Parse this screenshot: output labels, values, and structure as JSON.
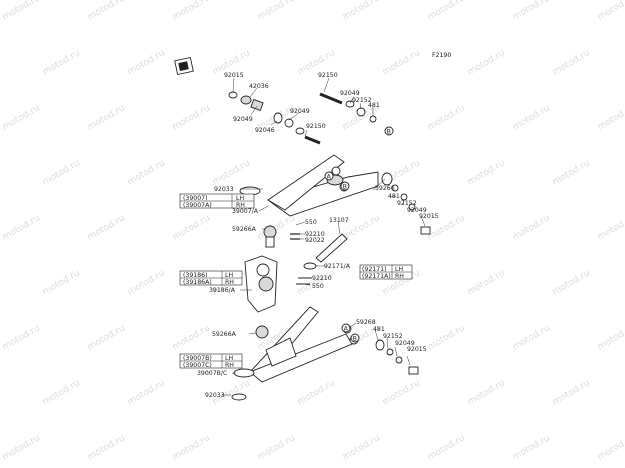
{
  "figure_code": "F2190",
  "watermark": "motod.ru",
  "callouts": {
    "c92015_top": "92015",
    "c42036": "42036",
    "c92150_top": "92150",
    "c92049_a": "92049",
    "c92049_b": "92049",
    "c92152_top": "92152",
    "c481_top": "481",
    "c92049_c": "92049",
    "c92046": "92046",
    "c92150_mid": "92150",
    "c92033_top": "92033",
    "c59266_top": "59266",
    "c481_mid": "481",
    "c92152_mid": "92152",
    "c92049_mid": "92049",
    "c92015_mid": "92015",
    "c39007A": "39007/A",
    "c550_top": "550",
    "c13107": "13107",
    "c59266A_top": "59266A",
    "c92210_top": "92210",
    "c92022": "92022",
    "c92171A": "92171/A",
    "c92210_bot": "92210",
    "c550_bot": "550",
    "c39186A": "39186/A",
    "c59268": "59268",
    "c481_bot": "481",
    "c92152_bot": "92152",
    "c59266A_bot": "59266A",
    "c92049_bot": "92049",
    "c92015_bot": "92015",
    "c39007B": "39007B/C",
    "c92033_bot": "92033"
  },
  "side_boxes": {
    "upper_arm": {
      "lh_code": "(39007)",
      "lh_side": "LH",
      "rh_code": "(39007A)",
      "rh_side": "RH"
    },
    "knuckle": {
      "lh_code": "(39186)",
      "lh_side": "LH",
      "rh_code": "(39186A)",
      "rh_side": "RH"
    },
    "hub": {
      "lh_code": "(92171)",
      "lh_side": "LH",
      "rh_code": "(92171A)",
      "rh_side": "RH"
    },
    "lower_arm": {
      "lh_code": "(39007B)",
      "lh_side": "LH",
      "rh_code": "(39007C)",
      "rh_side": "RH"
    }
  },
  "markers": {
    "a_upper": "A",
    "b_upper": "B",
    "a_lower": "A",
    "b_lower": "B",
    "b_top": "B"
  },
  "accent_color": "#222222"
}
